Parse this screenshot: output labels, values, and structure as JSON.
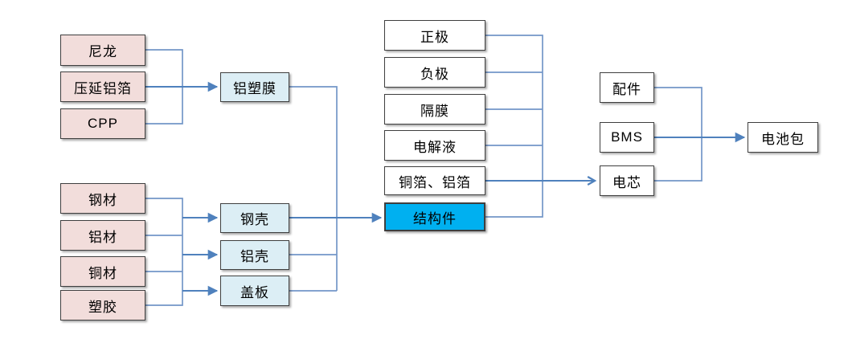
{
  "nodes": {
    "nylon": "尼龙",
    "rolled_aluminum_foil": "压延铝箔",
    "cpp": "CPP",
    "aluminum_plastic_film": "铝塑膜",
    "steel": "钢材",
    "aluminum": "铝材",
    "copper": "铜材",
    "plastic": "塑胶",
    "steel_shell": "钢壳",
    "aluminum_shell": "铝壳",
    "cover_plate": "盖板",
    "cathode": "正极",
    "anode": "负极",
    "separator": "隔膜",
    "electrolyte": "电解液",
    "copper_aluminum_foil": "铜箔、铝箔",
    "structural_parts": "结构件",
    "accessories": "配件",
    "bms": "BMS",
    "cell": "电芯",
    "battery_pack": "电池包"
  },
  "colors": {
    "canvas_bg": "#FFFFFF",
    "material_fill": "#F2DDDB",
    "component_fill": "#DCEEF5",
    "highlight_fill": "#00B0F0",
    "node_fill": "#FFFFFF",
    "node_border": "#3F3F3F",
    "connector": "#7396C8",
    "arrow": "#4F81BD"
  }
}
